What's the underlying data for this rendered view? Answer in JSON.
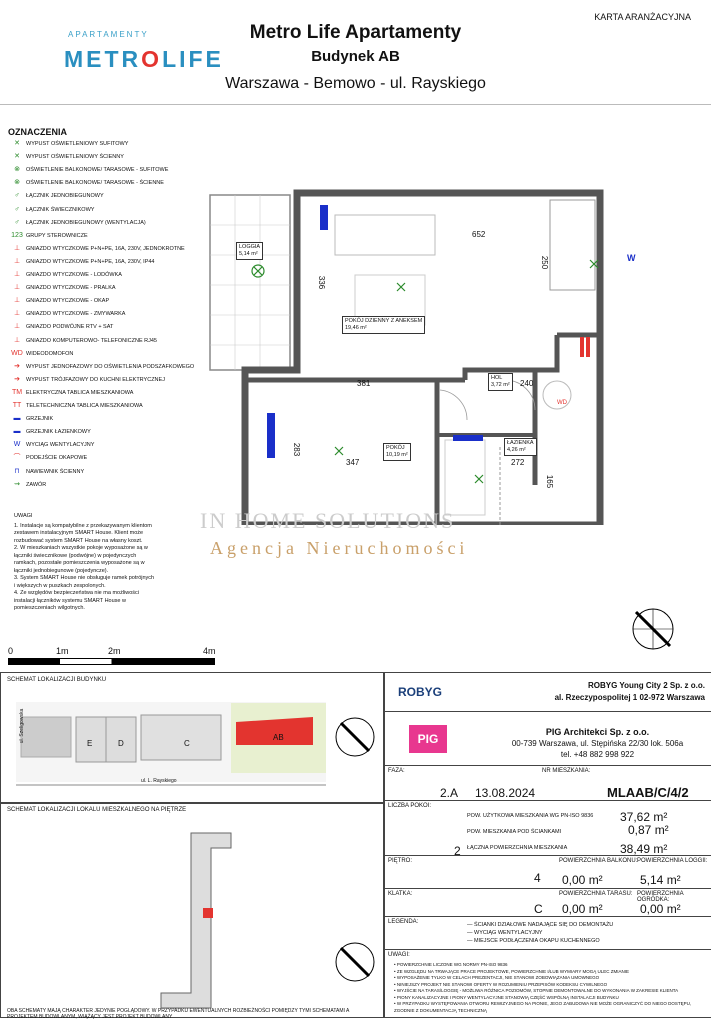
{
  "header": {
    "karta": "KARTA ARANŻACYJNA",
    "title": "Metro Life Apartamenty",
    "building": "Budynek AB",
    "address": "Warszawa - Bemowo - ul. Rayskiego"
  },
  "logo": {
    "small": "APARTAMENTY",
    "big_a": "METR",
    "big_o": "O",
    "big_b": "LIFE"
  },
  "legend": {
    "title": "OZNACZENIA",
    "items": [
      {
        "icon": "x-icon",
        "label": "WYPUST OŚWIETLENIOWY SUFITOWY"
      },
      {
        "icon": "x-wall-icon",
        "label": "WYPUST OŚWIETLENIOWY ŚCIENNY"
      },
      {
        "icon": "circle-x-icon",
        "label": "OŚWIETLENIE BALKONOWE/ TARASOWE - SUFITOWE"
      },
      {
        "icon": "circle-x-wall-icon",
        "label": "OŚWIETLENIE BALKONOWE/ TARASOWE - ŚCIENNE"
      },
      {
        "icon": "switch-icon",
        "label": "ŁĄCZNIK JEDNOBIEGUNOWY"
      },
      {
        "icon": "switch-icon",
        "label": "ŁĄCZNIK ŚWIECZNIKOWY"
      },
      {
        "icon": "switch-icon",
        "label": "ŁĄCZNIK JEDNOBIEGUNOWY (WENTYLACJA)"
      },
      {
        "icon": "group-icon",
        "label": "GRUPY STEROWNICZE"
      },
      {
        "icon": "socket-icon",
        "label": "GNIAZDO WTYCZKOWE P+N+PE, 16A, 230V, JEDNOKROTNE"
      },
      {
        "icon": "socket-icon",
        "label": "GNIAZDO WTYCZKOWE P+N+PE, 16A, 230V, IP44"
      },
      {
        "icon": "socket-icon",
        "label": "GNIAZDO WTYCZKOWE - LODÓWKA"
      },
      {
        "icon": "socket-icon",
        "label": "GNIAZDO WTYCZKOWE - PRALKA"
      },
      {
        "icon": "socket-icon",
        "label": "GNIAZDO WTYCZKOWE - OKAP"
      },
      {
        "icon": "socket-icon",
        "label": "GNIAZDO WTYCZKOWE - ZMYWARKA"
      },
      {
        "icon": "socket-icon",
        "label": "GNIAZDO PODWÓJNE RTV + SAT"
      },
      {
        "icon": "socket-icon",
        "label": "GNIAZDO KOMPUTEROWO- TELEFONICZNE RJ45"
      },
      {
        "icon": "wd-icon",
        "label": "WIDEODOMOFON"
      },
      {
        "icon": "arrow-icon",
        "label": "WYPUST JEDNOFAZOWY DO OŚWIETLENIA PODSZAFKOWEGO"
      },
      {
        "icon": "arrow-icon",
        "label": "WYPUST TRÓJFAZOWY DO KUCHNI ELEKTRYCZNEJ"
      },
      {
        "icon": "tm-icon",
        "label": "ELEKTRYCZNA TABLICA MIESZKANIOWA"
      },
      {
        "icon": "tt-icon",
        "label": "TELETECHNICZNA TABLICA MIESZKANIOWA"
      },
      {
        "icon": "radiator-icon",
        "label": "GRZEJNIK"
      },
      {
        "icon": "radiator-icon",
        "label": "GRZEJNIK ŁAZIENKOWY"
      },
      {
        "icon": "w-icon",
        "label": "WYCIĄG WENTYLACYJNY"
      },
      {
        "icon": "hood-icon",
        "label": "PODEJŚCIE OKAPOWE"
      },
      {
        "icon": "vent-icon",
        "label": "NAWIEWNIK ŚCIENNY"
      },
      {
        "icon": "valve-icon",
        "label": "ZAWÓR"
      }
    ]
  },
  "uwagi": {
    "title": "UWAGI",
    "lines": [
      "1. Instalacje są kompatybilne z przekazywanym klientom",
      "zestawem instalacyjnym SMART House. Klient może",
      "rozbudować system SMART House na własny koszt.",
      "2. W mieszkaniach wszystkie pokoje wyposażone są w",
      "łączniki świecznikowe (podwójne) w pojedynczych",
      "ramkach, pozostałe pomieszczenia wyposażone są w",
      "łączniki jednobiegunowe (pojedyncze).",
      "3. System SMART House nie obsługuje ramek potrójnych",
      "i większych w puszkach zespolonych.",
      "4. Ze względów bezpieczeństwa nie ma możliwości",
      "instalacji łączników systemu SMART House w",
      "pomieszczeniach wilgotnych."
    ]
  },
  "scale": {
    "l0": "0",
    "l1": "1m",
    "l2": "2m",
    "l4": "4m"
  },
  "plan": {
    "loggia_name": "LOGGIA",
    "loggia_area": "5,14 m²",
    "living_name": "POKÓJ DZIENNY Z ANEKSEM",
    "living_area": "19,46 m²",
    "hall_name": "HOL",
    "hall_area": "3,72 m²",
    "room_name": "POKÓJ",
    "room_area": "10,19 m²",
    "bath_name": "ŁAZIENKA",
    "bath_area": "4,26 m²",
    "dims": {
      "d652": "652",
      "d336": "336",
      "d250": "250",
      "d381": "381",
      "d240": "240",
      "d283": "283",
      "d347": "347",
      "d272": "272",
      "d165": "165"
    },
    "wd": "WD",
    "w": "W"
  },
  "watermark": {
    "line1": "IN HOME SOLUTIONS",
    "line2": "Agencja Nieruchomości"
  },
  "site": {
    "title": "SCHEMAT LOKALIZACJI BUDYNKU",
    "e": "E",
    "d": "D",
    "c": "C",
    "ab": "AB",
    "street": "ul. L. Rayskiego",
    "street2": "ul. Szeligowska"
  },
  "floor_plan": {
    "title": "SCHEMAT LOKALIZACJI LOKALU MIESZKALNEGO NA PIĘTRZE"
  },
  "investor": {
    "logo": "ROBYG",
    "name": "ROBYG Young City 2 Sp. z o.o.",
    "address": "al. Rzeczypospolitej 1 02-972 Warszawa"
  },
  "architect": {
    "logo": "PIG",
    "name": "PIG Architekci Sp. z o.o.",
    "address": "00-739 Warszawa,  ul. Stępińska 22/30 lok. 506a",
    "phone": "tel. +48 882 998 922"
  },
  "info": {
    "faza_lbl": "FAZA:",
    "faza": "2.A",
    "date": "13.08.2024",
    "nr_lbl": "NR MIESZKANIA:",
    "nr": "MLAAB/C/4/2",
    "pokoje_lbl": "LICZBA POKOI:",
    "pokoje": "2",
    "pu_lbl": "POW. UŻYTKOWA MIESZKANIA WG PN-ISO 9836",
    "pu": "37,62 m²",
    "psc_lbl": "POW. MIESZKANIA POD ŚCIANKAMI",
    "psc": "0,87 m²",
    "total_lbl": "ŁĄCZNA POWIERZCHNIA MIESZKANIA",
    "total": "38,49 m²",
    "pietro_lbl": "PIĘTRO:",
    "pietro": "4",
    "balkon_lbl": "POWIERZCHNIA BALKONU:",
    "balkon": "0,00 m²",
    "loggia_lbl": "POWIERZCHNIA LOGGII:",
    "loggia": "5,14 m²",
    "klatka_lbl": "KLATKA:",
    "klatka": "C",
    "taras_lbl": "POWIERZCHNIA TARASU:",
    "taras": "0,00 m²",
    "ogrodek_lbl": "POWIERZCHNIA OGRÓDKA:",
    "ogrodek": "0,00 m²",
    "legenda_lbl": "LEGENDA:",
    "legenda": [
      "ŚCIANKI DZIAŁOWE NADAJĄCE SIĘ DO DEMONTAŻU",
      "WYCIĄG WENTYLACYJNY",
      "MIEJSCE PODŁĄCZENIA OKAPU KUCHENNEGO"
    ],
    "uwagi_lbl": "UWAGI:",
    "uwagi": [
      "POWIERZCHNIE LICZONE WG NORMY PN-ISO 9836",
      "ZE WZGLĘDU NA TRWAJĄCE PRACE PROJEKTOWE, POWIERZCHNIE I/LUB WYMIARY MOGĄ ULEC ZMIANIE",
      "WYPOSAŻENIE TYLKO W CELACH PREZENTACJI, NIE STANOWI ZOBOWIĄZANIA UMOWNEGO",
      "NINIEJSZY PROJEKT NIE STANOWI OFERTY W ROZUMIENIU PRZEPISÓW KODEKSU CYWILNEGO",
      "WYJŚCIE NA TARAS/LOGGIĘ - MOŻLIWA RÓŻNICA POZIOMÓW, STOPNIE DEMONTOWALNE DO WYKONANIA W ZAKRESIE KLIENTA",
      "PIONY KANALIZACYJNE I PIONY WENTYLACYJNE STANOWIĄ CZĘŚĆ WSPÓLNĄ INSTALACJI BUDYNKU",
      "W PRZYPADKU WYSTĘPOWANIA OTWORU REWIZYJNEGO NA PIONIE, JEGO ZABUDOWA NIE MOŻE OGRANICZYĆ DO NIEGO DOSTĘPU, ZGODNIE Z DOKUMENTACJĄ TECHNICZNĄ"
    ]
  },
  "footer": "OBA SCHEMATY MAJĄ CHARAKTER JEDYNIE POGLĄDOWY. W PRZYPADKU EWENTUALNYCH ROZBIEŻNOŚCI POMIĘDZY TYMI SCHEMATAMI A PROJEKTEM BUDOWLANYM, WIĄŻĄCY JEST PROJEKT BUDOWLANY"
}
